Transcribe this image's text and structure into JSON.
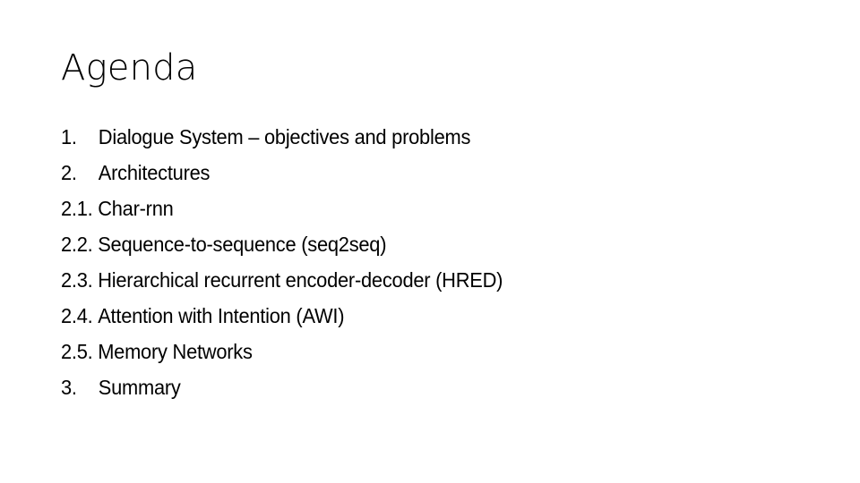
{
  "slide": {
    "background_color": "#ffffff",
    "text_color": "#000000",
    "title": "Agenda",
    "items": [
      {
        "number": "1.",
        "text": "Dialogue System – objectives and problems",
        "level": 1
      },
      {
        "number": "2.",
        "text": "Architectures",
        "level": 1
      },
      {
        "number": "2.1.",
        "text": "Char-rnn",
        "level": 2
      },
      {
        "number": "2.2.",
        "text": "Sequence-to-sequence (seq2seq)",
        "level": 2
      },
      {
        "number": "2.3.",
        "text": "Hierarchical recurrent encoder-decoder (HRED)",
        "level": 2
      },
      {
        "number": "2.4.",
        "text": "Attention with Intention (AWI)",
        "level": 2
      },
      {
        "number": "2.5.",
        "text": "Memory Networks",
        "level": 2
      },
      {
        "number": "3.",
        "text": "Summary",
        "level": 1
      }
    ]
  }
}
